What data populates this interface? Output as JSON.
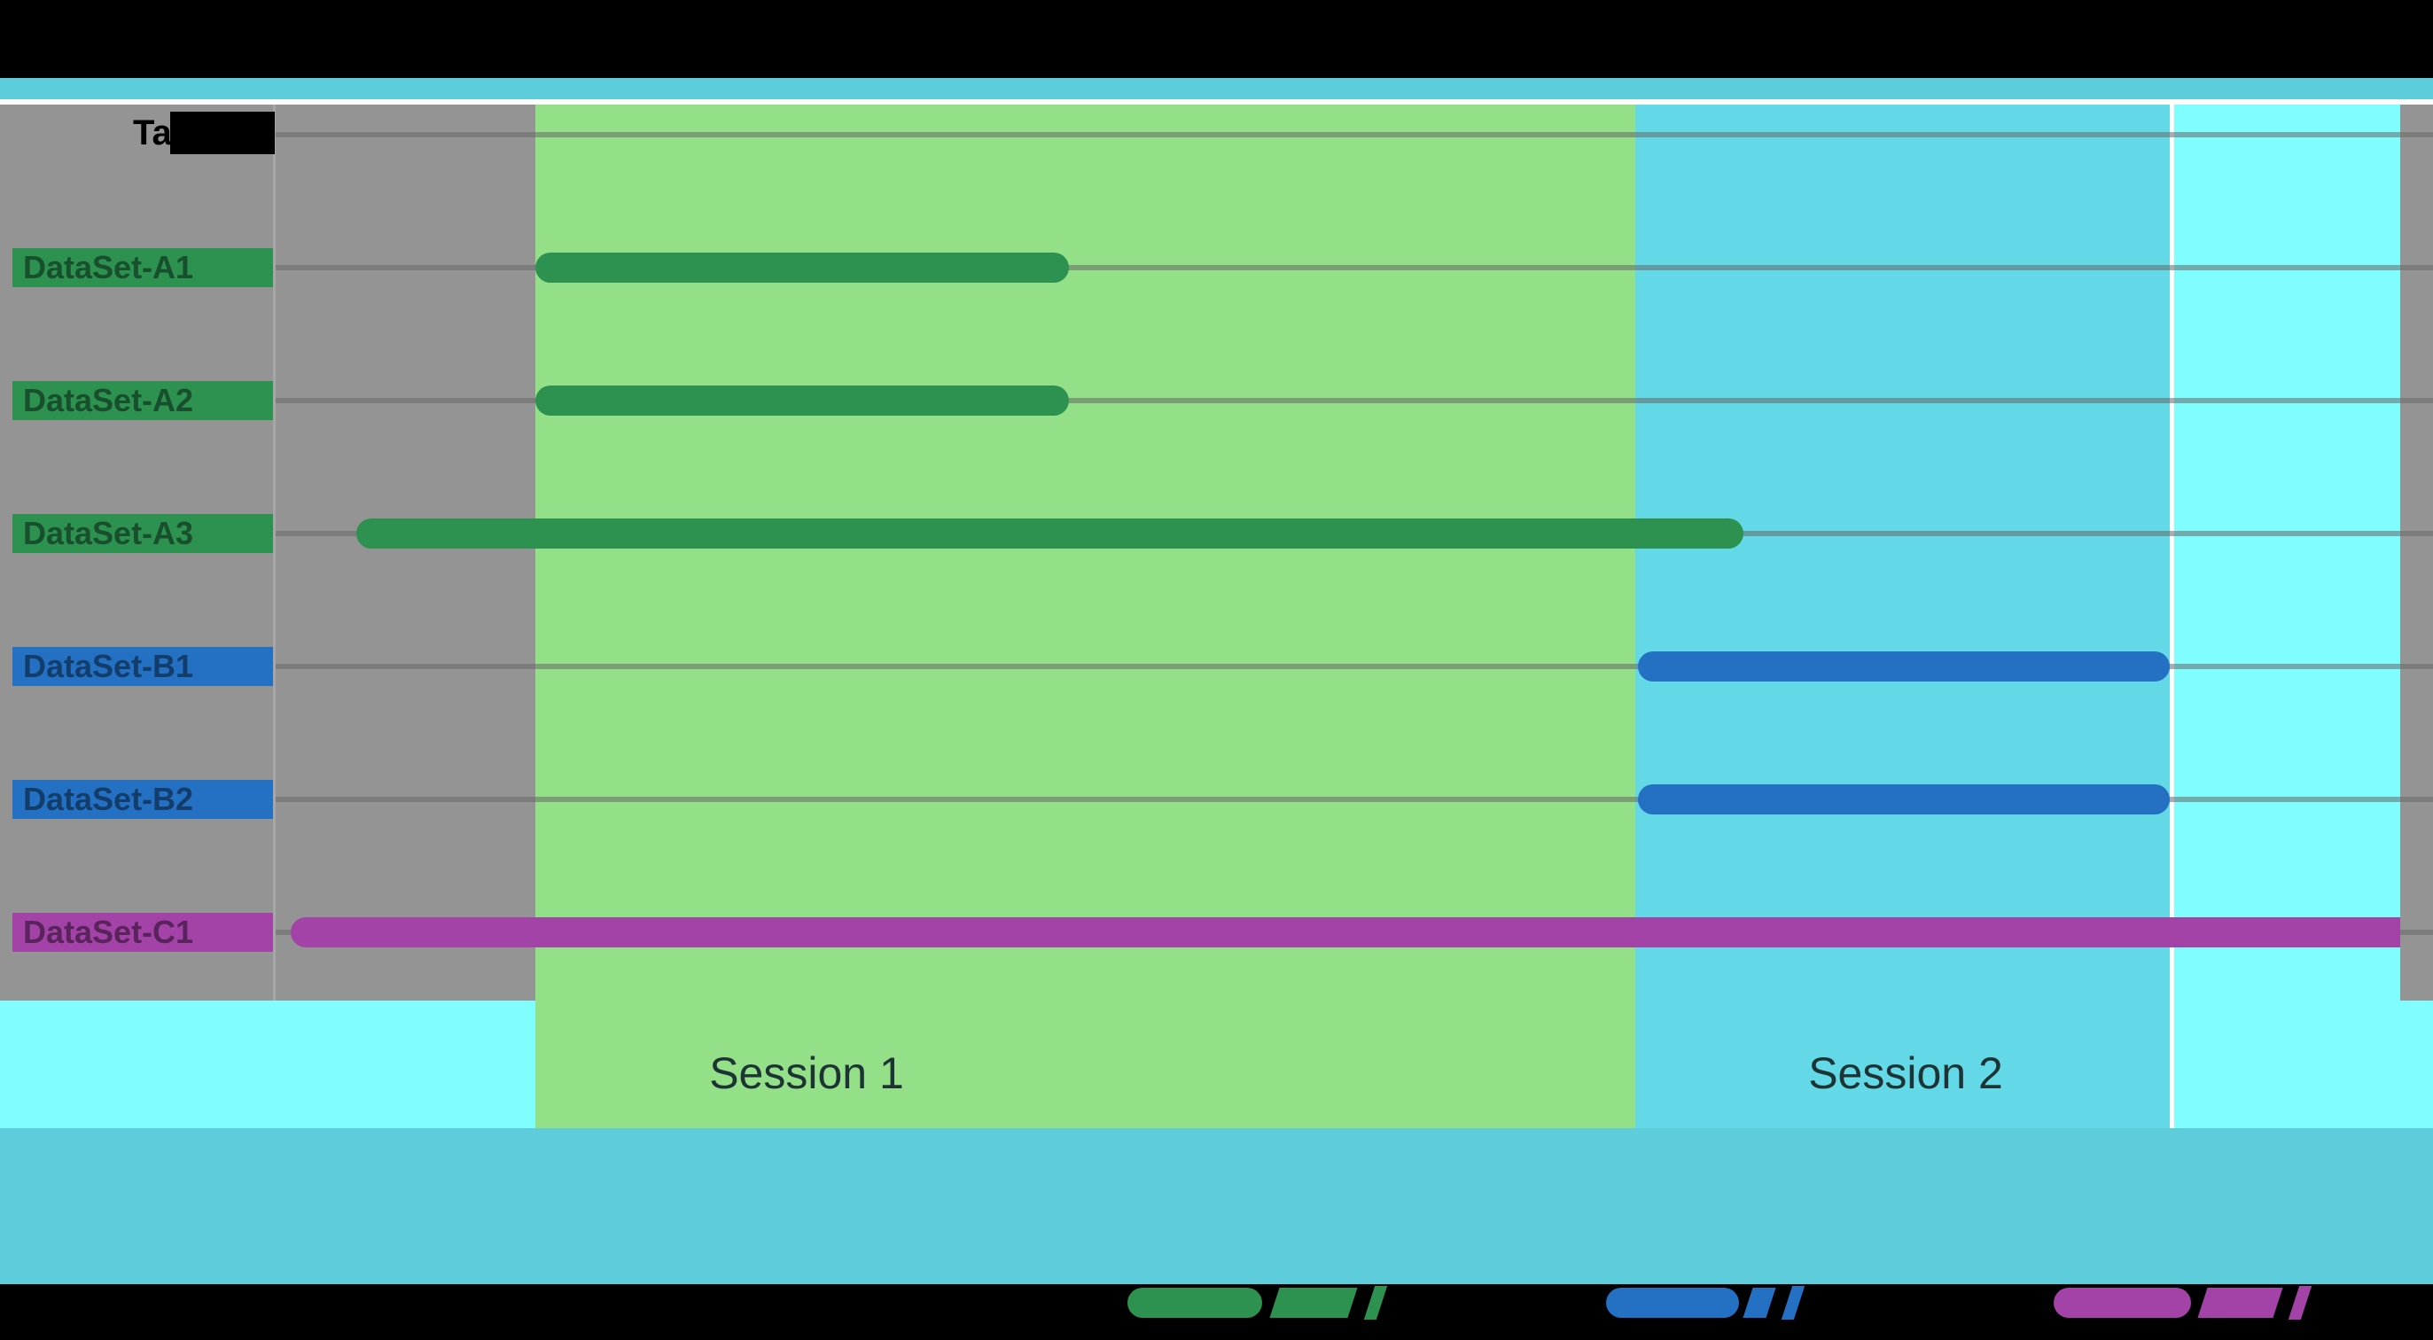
{
  "header": {
    "task_label": "Task"
  },
  "tasks": [
    {
      "label": "DataSet-A1",
      "group": "A"
    },
    {
      "label": "DataSet-A2",
      "group": "A"
    },
    {
      "label": "DataSet-A3",
      "group": "A"
    },
    {
      "label": "DataSet-B1",
      "group": "B"
    },
    {
      "label": "DataSet-B2",
      "group": "B"
    },
    {
      "label": "DataSet-C1",
      "group": "C"
    }
  ],
  "sessions": [
    {
      "label": "Session 1"
    },
    {
      "label": "Session 2"
    }
  ],
  "legend": [
    {
      "name": "series-a-green",
      "label": "",
      "color": "#2d9150"
    },
    {
      "name": "series-b-blue",
      "label": "",
      "color": "#2470c2"
    },
    {
      "name": "series-c-purple",
      "label": "",
      "color": "#a343a8"
    }
  ],
  "colors": {
    "group_a": "#2d9150",
    "group_b": "#2470c2",
    "group_c": "#a343a8",
    "session1_bg": "#93e089",
    "session2_bg": "#63d8e6",
    "pre_session_bg": "#949494",
    "bright_cyan_bg": "#80fdff",
    "band": "#5ecddb",
    "page_bg": "#000000",
    "gridline": "#686868",
    "session_text": "#1e3434"
  },
  "chart_data": {
    "type": "bar",
    "subtype": "horizontal-gantt-timeline",
    "title": "",
    "xlabel": "",
    "ylabel": "Task",
    "x_units": "percent of timeline width (no numeric axis labels shown in image)",
    "grid": true,
    "legend_position": "bottom",
    "categories": [
      "DataSet-A1",
      "DataSet-A2",
      "DataSet-A3",
      "DataSet-B1",
      "DataSet-B2",
      "DataSet-C1"
    ],
    "bars": [
      {
        "task": "DataSet-A1",
        "group": "A",
        "color": "#2d9150",
        "start": 12.0,
        "end": 36.8
      },
      {
        "task": "DataSet-A2",
        "group": "A",
        "color": "#2d9150",
        "start": 12.0,
        "end": 36.8
      },
      {
        "task": "DataSet-A3",
        "group": "A",
        "color": "#2d9150",
        "start": 3.8,
        "end": 68.0
      },
      {
        "task": "DataSet-B1",
        "group": "B",
        "color": "#2470c2",
        "start": 63.2,
        "end": 87.8
      },
      {
        "task": "DataSet-B2",
        "group": "B",
        "color": "#2470c2",
        "start": 63.2,
        "end": 87.8
      },
      {
        "task": "DataSet-C1",
        "group": "C",
        "color": "#a343a8",
        "start": 0.8,
        "end": 98.5
      }
    ],
    "session_spans": [
      {
        "label": "Session 1",
        "start": 12.0,
        "end": 63.0,
        "bg": "#93e089"
      },
      {
        "label": "Session 2",
        "start": 63.0,
        "end": 87.8,
        "bg": "#63d8e6"
      }
    ]
  }
}
